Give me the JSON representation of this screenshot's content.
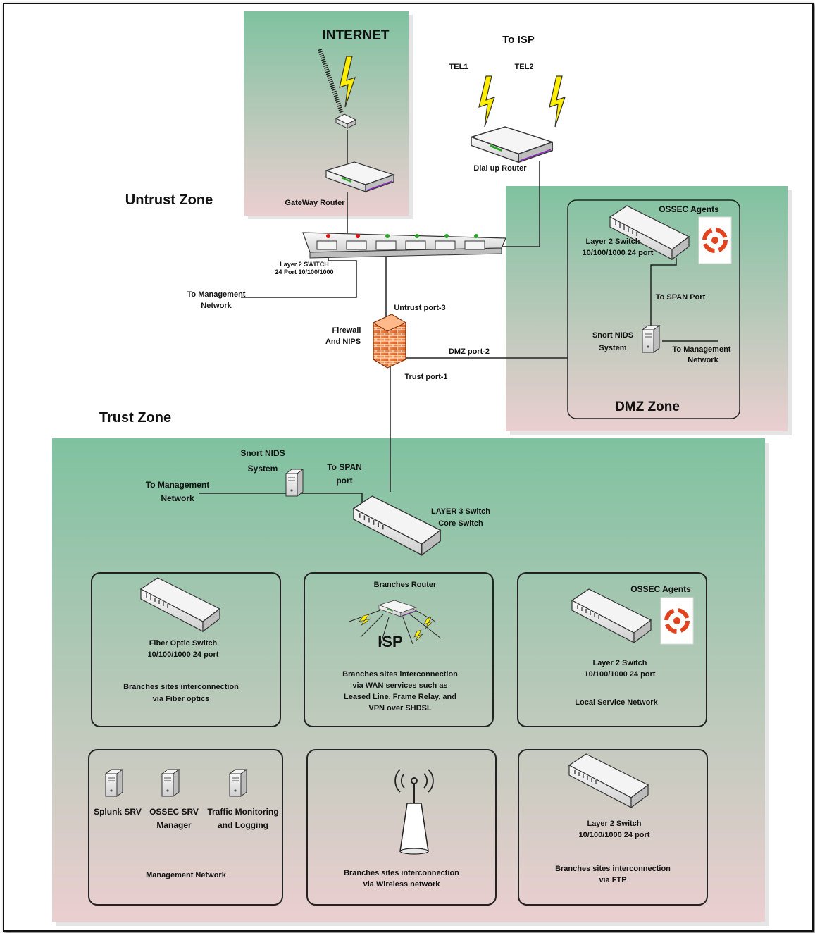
{
  "zones": {
    "internet": "INTERNET",
    "to_isp": "To ISP",
    "untrust": "Untrust Zone",
    "trust": "Trust Zone",
    "dmz": "DMZ Zone"
  },
  "top": {
    "tel1": "TEL1",
    "tel2": "TEL2",
    "gateway_router": "GateWay Router",
    "dialup_router": "Dial up Router",
    "l2_switch_line1": "Layer 2 SWITCH",
    "l2_switch_line2": "24 Port 10/100/1000",
    "mgmt_line1": "To Management",
    "mgmt_line2": "Network",
    "untrust_port": "Untrust port-3",
    "firewall_line1": "Firewall",
    "firewall_line2": "And NIPS",
    "dmz_port": "DMZ port-2",
    "trust_port": "Trust port-1"
  },
  "dmz": {
    "ossec": "OSSEC Agents",
    "switch_line1": "Layer 2 Switch",
    "switch_line2": "10/100/1000 24 port",
    "span": "To SPAN Port",
    "snort_line1": "Snort NIDS",
    "snort_line2": "System",
    "mgmt_line1": "To Management",
    "mgmt_line2": "Network"
  },
  "trust": {
    "snort_line1": "Snort NIDS",
    "snort_line2": "System",
    "span_line1": "To SPAN",
    "span_line2": "port",
    "mgmt_line1": "To Management",
    "mgmt_line2": "Network",
    "core_line1": "LAYER 3 Switch",
    "core_line2": "Core Switch"
  },
  "boxes": {
    "fiber": {
      "l1": "Fiber Optic Switch",
      "l2": "10/100/1000 24 port",
      "d1": "Branches sites interconnection",
      "d2": "via Fiber optics"
    },
    "branches": {
      "title": "Branches  Router",
      "isp": "ISP",
      "d1": "Branches sites interconnection",
      "d2": "via WAN services such as",
      "d3": "Leased Line, Frame Relay, and",
      "d4": "VPN over SHDSL"
    },
    "local": {
      "ossec": "OSSEC Agents",
      "l1": "Layer 2 Switch",
      "l2": "10/100/1000 24 port",
      "d1": "Local Service Network"
    },
    "mgmt": {
      "splunk": "Splunk SRV",
      "ossec_l1": "OSSEC SRV",
      "ossec_l2": "Manager",
      "traffic_l1": "Traffic Monitoring",
      "traffic_l2": "and Logging",
      "d1": "Management Network"
    },
    "wireless": {
      "d1": "Branches sites interconnection",
      "d2": "via Wireless network"
    },
    "ftp": {
      "l1": "Layer 2 Switch",
      "l2": "10/100/1000 24 port",
      "d1": "Branches sites interconnection",
      "d2": "via FTP"
    }
  },
  "colors": {
    "zone_top": "#7fc2a0",
    "zone_bottom": "#ebcfd0",
    "lightning": "#ffee00",
    "firewall": "#f07a2a",
    "ossec_logo": "#e0431d"
  }
}
